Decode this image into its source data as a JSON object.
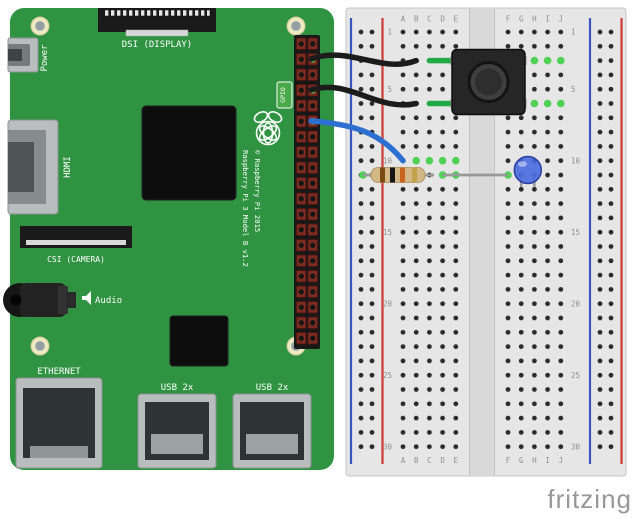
{
  "colors": {
    "background": "#ffffff",
    "pi_board": "#2f9342",
    "gpio_pin": "#7c2b20",
    "gpio_label_bg": "#4aa94a",
    "breadboard_body": "#e6e6e6",
    "trough": "#d9d9d9",
    "rail_blue": "#3a55c0",
    "rail_red": "#cc3b33",
    "hole": "#2b2b2b",
    "connection_green": "#4ed155",
    "wire_black": "#1c1c1c",
    "wire_green": "#21a945",
    "wire_blue": "#2e6fd2",
    "led_blue": "#4468e0",
    "resistor_body": "#d3b886",
    "resistor_band_1": "#7a4a12",
    "resistor_band_2": "#151515",
    "resistor_band_3": "#c9641d",
    "resistor_band_4": "#c3a24b",
    "lead_gray": "#999999",
    "logo_gray": "#98989a"
  },
  "pi": {
    "labels": {
      "power": "Power",
      "dsi": "DSI (DISPLAY)",
      "hdmi": "HDMI",
      "csi": "CSI (CAMERA)",
      "audio": "Audio",
      "ethernet": "ETHERNET",
      "usb_left": "USB 2x",
      "usb_right": "USB 2x",
      "gpio": "GPIO",
      "model": "Raspberry Pi 3 Model B v1.2",
      "copyright": "© Raspberry Pi 2015"
    }
  },
  "breadboard": {
    "cols_left": [
      "A",
      "B",
      "C",
      "D",
      "E"
    ],
    "cols_right": [
      "F",
      "G",
      "H",
      "I",
      "J"
    ],
    "rows": [
      "1",
      "5",
      "10",
      "15",
      "20",
      "25",
      "30"
    ]
  },
  "logo": "fritzing"
}
